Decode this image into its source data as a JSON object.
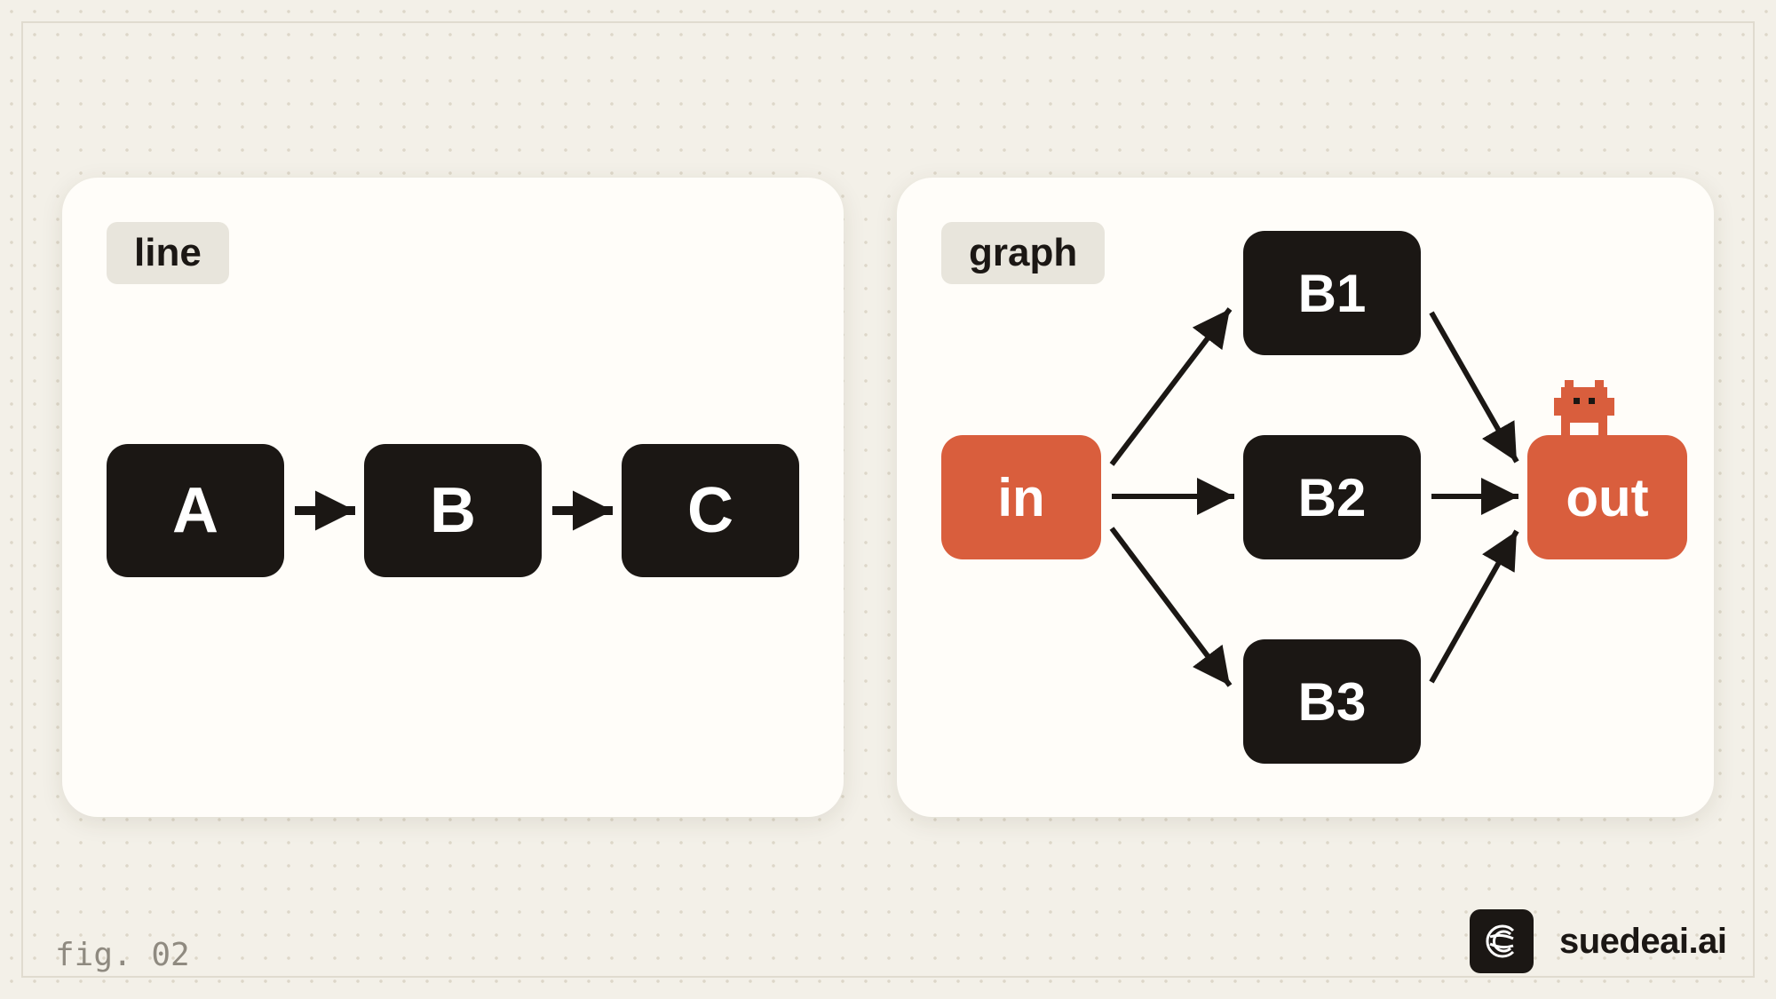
{
  "line_panel": {
    "tag": "line",
    "nodes": [
      "A",
      "B",
      "C"
    ]
  },
  "graph_panel": {
    "tag": "graph",
    "input": "in",
    "branches": [
      "B1",
      "B2",
      "B3"
    ],
    "output": "out"
  },
  "footer": {
    "figure_label": "fig. 02",
    "brand": "suedeai.ai"
  },
  "colors": {
    "background": "#f3f0e8",
    "panel": "#fffdf9",
    "node_dark": "#1b1714",
    "accent": "#d95e3d",
    "tag": "#e8e5dc"
  },
  "icons": {
    "brand_logo": "suedeai-logo-icon",
    "mascot": "pixel-creature-icon"
  }
}
